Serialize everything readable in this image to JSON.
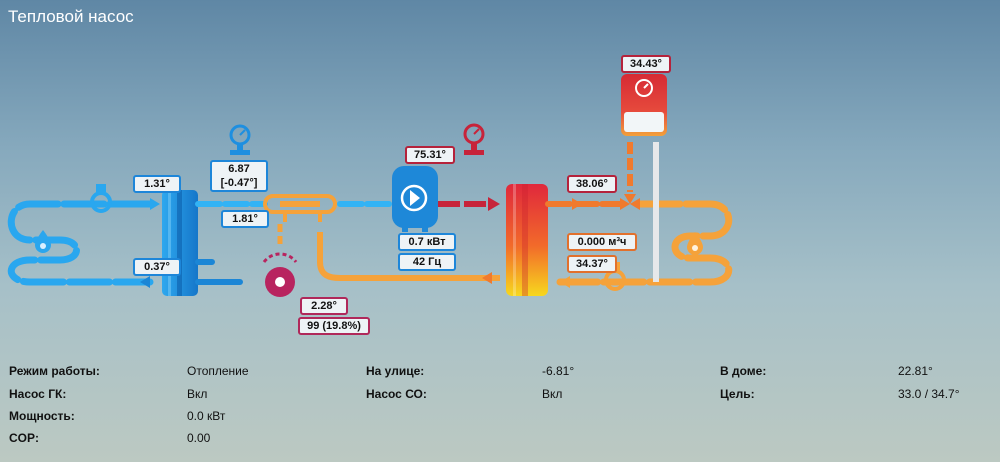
{
  "title": "Тепловой насос",
  "diagram": {
    "source_in_temp": "1.31°",
    "source_out_temp": "0.37°",
    "pressure_low": "6.87",
    "pressure_low_c": "[-0.47°]",
    "suction_temp": "1.81°",
    "compressor_temp": "75.31°",
    "compressor_power": "0.7 кВт",
    "compressor_freq": "42 Гц",
    "valve_temp": "2.28°",
    "valve_steps": "99 (19.8%)",
    "supply_temp": "38.06°",
    "flow_rate": "0.000 м³ч",
    "return_temp": "34.37°",
    "boiler_temp": "34.43°"
  },
  "colors": {
    "cold": "#1e9be8",
    "cold_light": "#32b3f5",
    "hot_red": "#c7233a",
    "hot_orange": "#f07a2e",
    "warm_orange": "#f5a23a",
    "valve_magenta": "#b8245f",
    "gray_pipe": "#e6e8ea"
  },
  "icons": [
    "pump-icon",
    "heat-exchanger-icon",
    "manometer-icon",
    "compressor-icon",
    "expansion-valve-icon",
    "boiler-icon",
    "water-drop-icon",
    "arrow-icon"
  ],
  "info": {
    "col1": [
      {
        "key": "Режим работы:",
        "value": "Отопление"
      },
      {
        "key": "Насос ГК:",
        "value": "Вкл"
      },
      {
        "key": "Мощность:",
        "value": "0.0 кВт"
      },
      {
        "key": "COP:",
        "value": "0.00"
      }
    ],
    "col2": [
      {
        "key": "На улице:",
        "value": "-6.81°"
      },
      {
        "key": "Насос СО:",
        "value": "Вкл"
      }
    ],
    "col3": [
      {
        "key": "В доме:",
        "value": "22.81°"
      },
      {
        "key": "Цель:",
        "value": "33.0 / 34.7°"
      }
    ]
  }
}
